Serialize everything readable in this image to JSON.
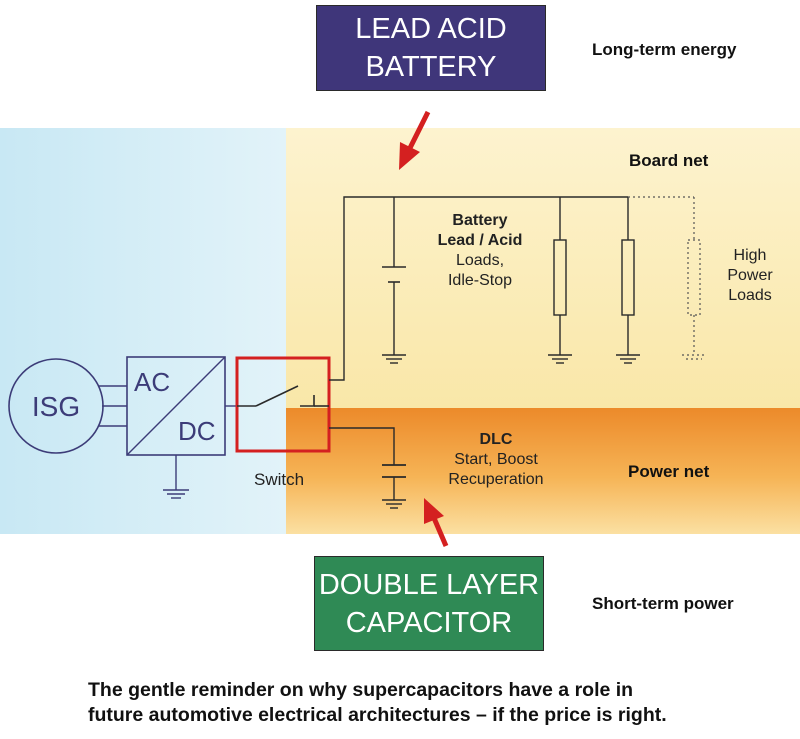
{
  "battery_box": {
    "line1": "LEAD ACID",
    "line2": "BATTERY"
  },
  "capacitor_box": {
    "line1": "DOUBLE LAYER",
    "line2": "CAPACITOR"
  },
  "notes": {
    "long_term": "Long-term energy",
    "short_term": "Short-term power",
    "board_net": "Board net",
    "power_net": "Power net"
  },
  "components": {
    "isg": "ISG",
    "ac": "AC",
    "dc": "DC",
    "switch": "Switch"
  },
  "battery_loads": {
    "line1": "Battery",
    "line2": "Lead / Acid",
    "line3": "Loads,",
    "line4": "Idle-Stop"
  },
  "high_power_loads": {
    "line1": "High",
    "line2": "Power",
    "line3": "Loads"
  },
  "dlc": {
    "line1": "DLC",
    "line2": "Start, Boost",
    "line3": "Recuperation"
  },
  "caption": {
    "line1": "The gentle reminder on why supercapacitors have a role in",
    "line2": "future automotive electrical architectures – if the price is right."
  },
  "colors": {
    "battery_box": "#3f367a",
    "capacitor_box": "#2f8a55",
    "switch_outline": "#d42020",
    "arrow": "#d42020",
    "left_panel": "#d4eef7",
    "board_net_bg": "#fbeec0",
    "power_net_bg": "#f0a040",
    "wire": "#2a2a2a"
  }
}
